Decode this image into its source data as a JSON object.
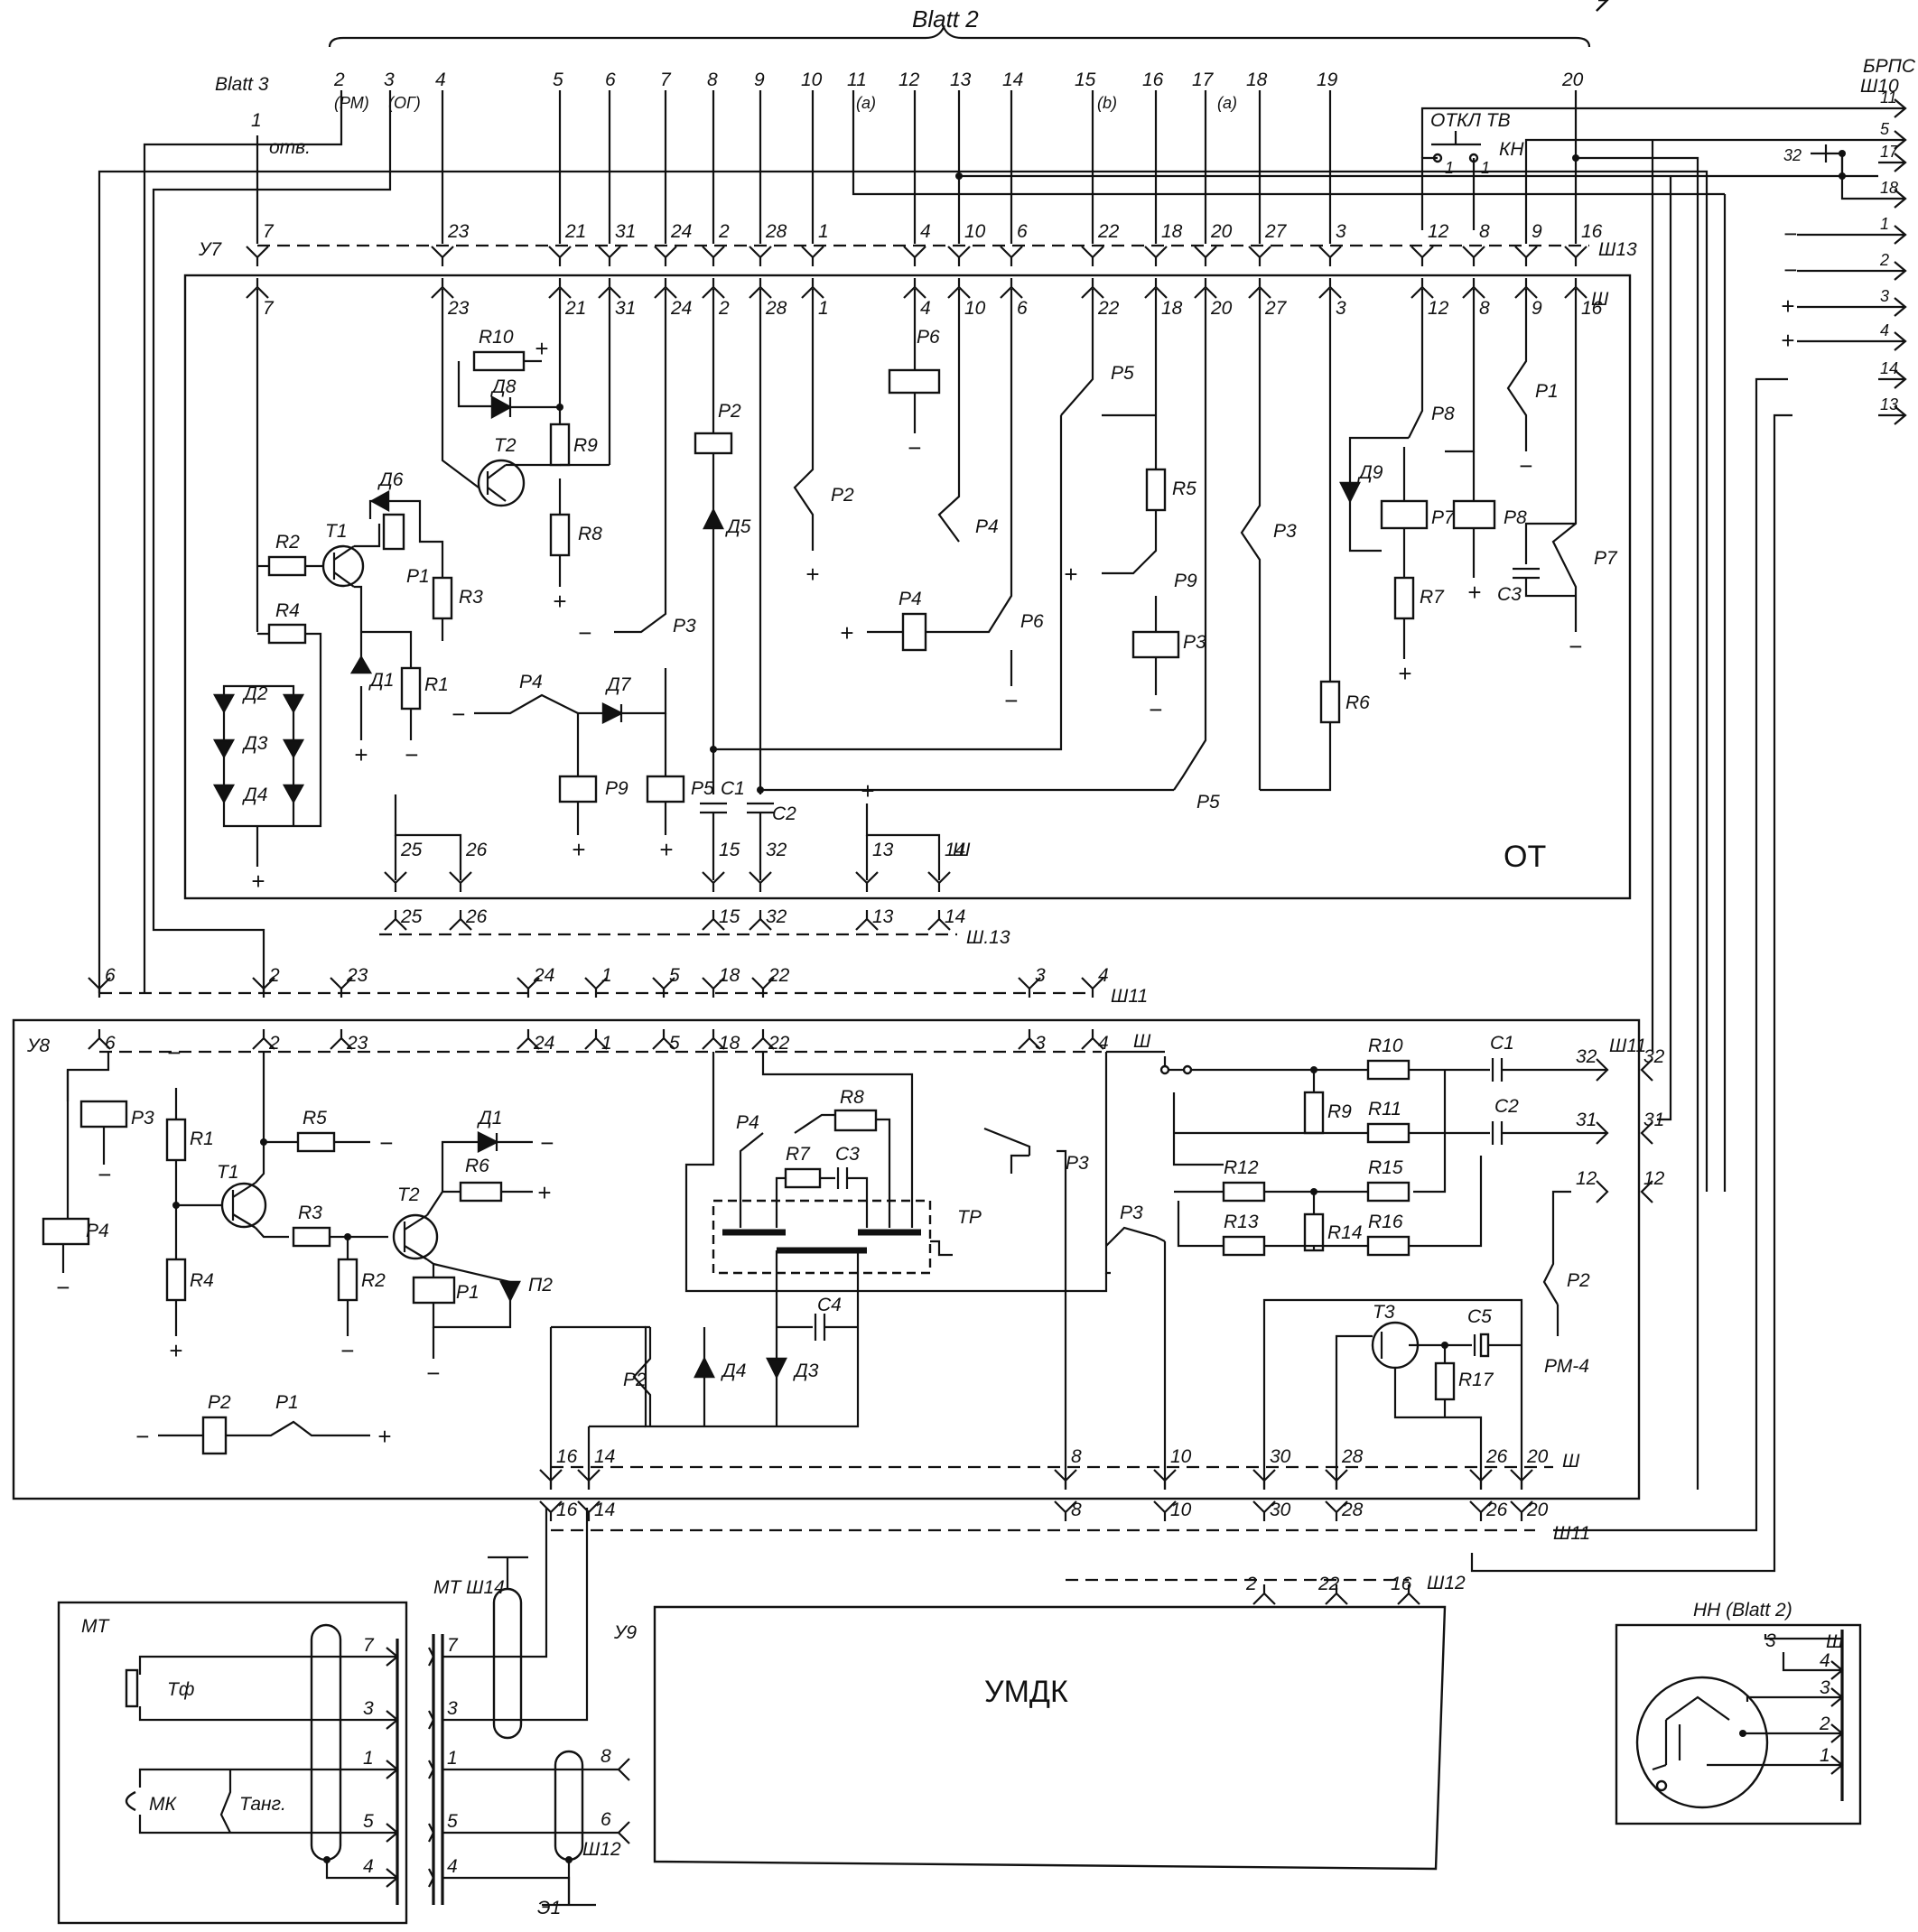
{
  "header": {
    "sheet_main": "Blatt 2",
    "sheet_left": "Blatt 3",
    "right_block_title": "БРПС",
    "right_block_connector": "Ш10"
  },
  "top_terminals": [
    {
      "num": "1",
      "note": "отв."
    },
    {
      "num": "2",
      "note": "(РМ)"
    },
    {
      "num": "3",
      "note": "(ОГ)"
    },
    {
      "num": "4",
      "note": ""
    },
    {
      "num": "5",
      "note": ""
    },
    {
      "num": "6",
      "note": ""
    },
    {
      "num": "7",
      "note": ""
    },
    {
      "num": "8",
      "note": ""
    },
    {
      "num": "9",
      "note": ""
    },
    {
      "num": "10",
      "note": ""
    },
    {
      "num": "11",
      "note": "(a)"
    },
    {
      "num": "12",
      "note": ""
    },
    {
      "num": "13",
      "note": ""
    },
    {
      "num": "14",
      "note": ""
    },
    {
      "num": "15",
      "note": "(b)"
    },
    {
      "num": "16",
      "note": ""
    },
    {
      "num": "17",
      "note": "(a)"
    },
    {
      "num": "18",
      "note": ""
    },
    {
      "num": "19",
      "note": ""
    },
    {
      "num": "20",
      "note": ""
    }
  ],
  "switch_top": {
    "label": "ОТКЛ ТВ",
    "button": "КН",
    "pin_a": "1",
    "pin_b": "1"
  },
  "connector_sh13": {
    "name": "Ш13",
    "block": "У7",
    "pins": [
      "7",
      "23",
      "21",
      "31",
      "24",
      "2",
      "28",
      "1",
      "4",
      "10",
      "6",
      "22",
      "18",
      "20",
      "27",
      "3",
      "12",
      "8",
      "9",
      "16"
    ]
  },
  "connector_sh_top": {
    "name": "Ш"
  },
  "ot_block": {
    "label": "ОТ",
    "components": {
      "R10": "R10",
      "D8": "Д8",
      "T2": "Т2",
      "R9": "R9",
      "R8": "R8",
      "D6": "Д6",
      "T1": "Т1",
      "R2": "R2",
      "P1": "Р1",
      "R3": "R3",
      "R4": "R4",
      "D1": "Д1",
      "R1": "R1",
      "D2": "Д2",
      "D3": "Д3",
      "D4": "Д4",
      "P2": "Р2",
      "D5": "Д5",
      "P3": "Р3",
      "P4": "Р4",
      "D7": "Д7",
      "P9": "Р9",
      "P5": "Р5",
      "C1": "С1",
      "C2": "С2",
      "P6": "Р6",
      "R5": "R5",
      "R6": "R6",
      "P8": "Р8",
      "D9": "Д9",
      "P7": "Р7",
      "R7": "R7",
      "C3": "С3"
    },
    "bottom_pins": [
      "25",
      "26",
      "15",
      "32",
      "13",
      "14"
    ],
    "bottom_connector": "Ш"
  },
  "connector_sh13_lower": {
    "name": "Ш.13",
    "pins": [
      "25",
      "26",
      "15",
      "32",
      "13",
      "14"
    ]
  },
  "connector_sh11": {
    "name": "Ш11",
    "pins": [
      "6",
      "2",
      "23",
      "24",
      "1",
      "5",
      "18",
      "22",
      "3",
      "4"
    ]
  },
  "u8_block": {
    "label": "У8",
    "connector": "Ш",
    "components": {
      "P3": "Р3",
      "P4": "Р4",
      "R1": "R1",
      "R4": "R4",
      "T1": "Т1",
      "R5": "R5",
      "R3": "R3",
      "R2": "R2",
      "T2": "Т2",
      "D1": "Д1",
      "R6": "R6",
      "P1": "Р1",
      "P2lamp": "П2",
      "P2": "Р2",
      "TR": "ТР",
      "R8": "R8",
      "R7": "R7",
      "C3": "С3",
      "C4": "С4",
      "D4": "Д4",
      "D3": "Д3",
      "R10": "R10",
      "R9": "R9",
      "R11": "R11",
      "R12": "R12",
      "R15": "R15",
      "R14": "R14",
      "R13": "R13",
      "R16": "R16",
      "C1": "С1",
      "C2": "С2",
      "T3": "Т3",
      "C5": "С5",
      "R17": "R17"
    },
    "rm_label": "РМ-4",
    "bottom_pins": [
      "16",
      "14",
      "8",
      "10",
      "30",
      "28",
      "26",
      "20"
    ],
    "right_pins": [
      "32",
      "31",
      "12"
    ]
  },
  "connector_sh11_lower": {
    "name": "Ш11",
    "pins": [
      "16",
      "14",
      "8",
      "10",
      "30",
      "28",
      "26",
      "20"
    ]
  },
  "connector_sh12": {
    "name": "Ш12",
    "pins": [
      "2",
      "22",
      "16"
    ]
  },
  "u9_block": {
    "label": "У9",
    "main": "УМДК"
  },
  "mt_block": {
    "label": "МТ",
    "phone": "Тф",
    "mic": "МК",
    "tangent": "Танг.",
    "connector": "МТ Ш14",
    "pins": [
      "7",
      "3",
      "1",
      "5",
      "4"
    ],
    "ground": "Э1",
    "sh12_pins": [
      "8",
      "6"
    ],
    "sh12_name": "Ш12"
  },
  "nn_block": {
    "label": "НН (Blatt 2)",
    "connector": "Ш",
    "pins": [
      "3",
      "4",
      "3",
      "2",
      "1"
    ]
  },
  "brps_pins": [
    "11",
    "5",
    "17",
    "18",
    "1",
    "2",
    "3",
    "4",
    "14",
    "13",
    "32"
  ],
  "symbols": {
    "plus": "+",
    "minus": "−"
  }
}
